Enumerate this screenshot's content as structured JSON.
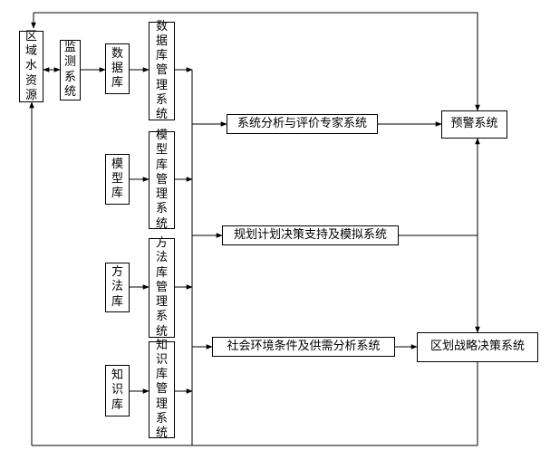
{
  "nodes": {
    "region_water": "区域水资源",
    "monitor_system": "监测系统",
    "database": "数据库",
    "db_mgmt": "数据库管理系统",
    "model_lib": "模型库",
    "model_mgmt": "模型库管理系统",
    "method_lib": "方法库",
    "method_mgmt": "方法库管理系统",
    "knowledge_lib": "知识库",
    "knowledge_mgmt": "知识库管理系统",
    "expert_system": "系统分析与评价专家系统",
    "planning_system": "规划计划决策支持及模拟系统",
    "social_system": "社会环境条件及供需分析系统",
    "warning_system": "预警系统",
    "strategy_system": "区划战略决策系统"
  },
  "style": {
    "line_color": "#000000",
    "background": "#ffffff"
  }
}
